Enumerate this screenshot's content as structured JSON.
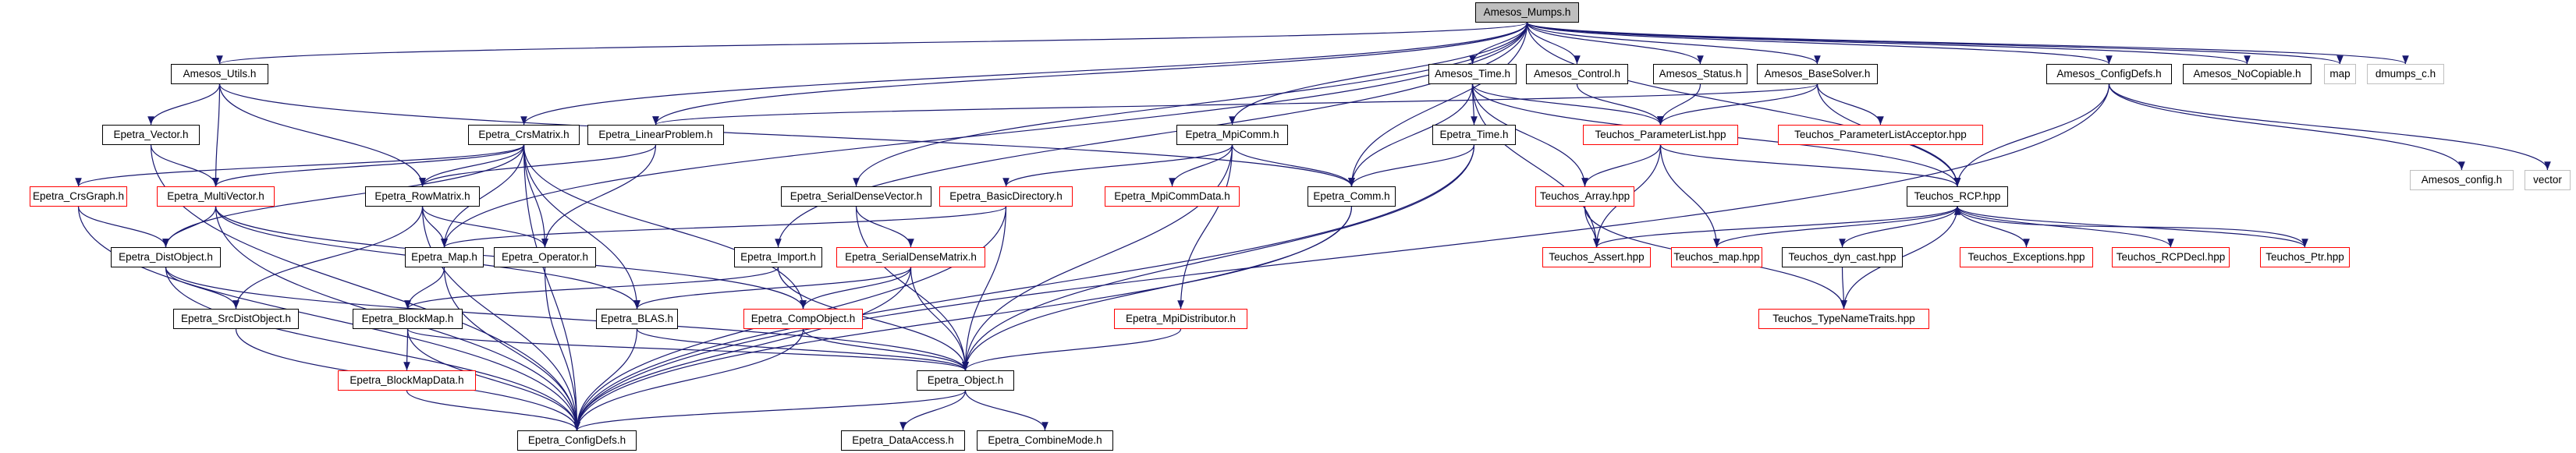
{
  "colors": {
    "edge": "#191970",
    "border": "#000000",
    "missing_border": "#ff0000",
    "external_border": "#bfbfbf",
    "root_fill": "#bfbfbf"
  },
  "nodes": {
    "root": "Amesos_Mumps.h",
    "amesos_utils": "Amesos_Utils.h",
    "amesos_time": "Amesos_Time.h",
    "amesos_control": "Amesos_Control.h",
    "amesos_status": "Amesos_Status.h",
    "amesos_basesolver": "Amesos_BaseSolver.h",
    "amesos_configdefs": "Amesos_ConfigDefs.h",
    "amesos_noncopiable": "Amesos_NoCopiable.h",
    "map_std": "map",
    "dmumps_c": "dmumps_c.h",
    "epetra_vector": "Epetra_Vector.h",
    "epetra_crsmatrix": "Epetra_CrsMatrix.h",
    "epetra_linearproblem": "Epetra_LinearProblem.h",
    "epetra_mpicomm": "Epetra_MpiComm.h",
    "epetra_time": "Epetra_Time.h",
    "teuchos_parameterlist": "Teuchos_ParameterList.hpp",
    "teuchos_paramlistacceptor": "Teuchos_ParameterListAcceptor.hpp",
    "amesos_config": "Amesos_config.h",
    "vector_std": "vector",
    "epetra_crsgraph": "Epetra_CrsGraph.h",
    "epetra_multivector": "Epetra_MultiVector.h",
    "epetra_rowmatrix": "Epetra_RowMatrix.h",
    "epetra_serialdensevector": "Epetra_SerialDenseVector.h",
    "epetra_basicdirectory": "Epetra_BasicDirectory.h",
    "epetra_mpicommdata": "Epetra_MpiCommData.h",
    "epetra_comm": "Epetra_Comm.h",
    "teuchos_array": "Teuchos_Array.hpp",
    "teuchos_rcp": "Teuchos_RCP.hpp",
    "epetra_distobject": "Epetra_DistObject.h",
    "epetra_map": "Epetra_Map.h",
    "epetra_operator": "Epetra_Operator.h",
    "epetra_import": "Epetra_Import.h",
    "epetra_serialdensematrix": "Epetra_SerialDenseMatrix.h",
    "teuchos_assert": "Teuchos_Assert.hpp",
    "teuchos_map": "Teuchos_map.hpp",
    "teuchos_dyn_cast": "Teuchos_dyn_cast.hpp",
    "teuchos_exceptions": "Teuchos_Exceptions.hpp",
    "teuchos_rcpdecl": "Teuchos_RCPDecl.hpp",
    "teuchos_ptr": "Teuchos_Ptr.hpp",
    "epetra_srcdistobject": "Epetra_SrcDistObject.h",
    "epetra_blockmap": "Epetra_BlockMap.h",
    "epetra_blas": "Epetra_BLAS.h",
    "epetra_compobject": "Epetra_CompObject.h",
    "epetra_mpidistributor": "Epetra_MpiDistributor.h",
    "teuchos_typenametraits": "Teuchos_TypeNameTraits.hpp",
    "epetra_blockmapdata": "Epetra_BlockMapData.h",
    "epetra_object": "Epetra_Object.h",
    "epetra_configdefs": "Epetra_ConfigDefs.h",
    "epetra_dataaccess": "Epetra_DataAccess.h",
    "epetra_combinemode": "Epetra_CombineMode.h"
  },
  "edges": [
    [
      "root",
      "amesos_utils"
    ],
    [
      "root",
      "epetra_crsmatrix"
    ],
    [
      "root",
      "epetra_linearproblem"
    ],
    [
      "root",
      "epetra_mpicomm"
    ],
    [
      "root",
      "epetra_serialdensevector"
    ],
    [
      "root",
      "epetra_import"
    ],
    [
      "root",
      "epetra_map"
    ],
    [
      "root",
      "epetra_comm"
    ],
    [
      "root",
      "amesos_time"
    ],
    [
      "root",
      "amesos_control"
    ],
    [
      "root",
      "amesos_status"
    ],
    [
      "root",
      "amesos_basesolver"
    ],
    [
      "root",
      "amesos_configdefs"
    ],
    [
      "root",
      "amesos_noncopiable"
    ],
    [
      "root",
      "map_std"
    ],
    [
      "root",
      "dmumps_c"
    ],
    [
      "root",
      "teuchos_rcp"
    ],
    [
      "amesos_utils",
      "epetra_vector"
    ],
    [
      "amesos_utils",
      "epetra_multivector"
    ],
    [
      "amesos_utils",
      "epetra_rowmatrix"
    ],
    [
      "amesos_utils",
      "epetra_comm"
    ],
    [
      "epetra_vector",
      "epetra_multivector"
    ],
    [
      "epetra_vector",
      "epetra_configdefs"
    ],
    [
      "epetra_crsmatrix",
      "epetra_crsgraph"
    ],
    [
      "epetra_crsmatrix",
      "epetra_multivector"
    ],
    [
      "epetra_crsmatrix",
      "epetra_rowmatrix"
    ],
    [
      "epetra_crsmatrix",
      "epetra_distobject"
    ],
    [
      "epetra_crsmatrix",
      "epetra_map"
    ],
    [
      "epetra_crsmatrix",
      "epetra_operator"
    ],
    [
      "epetra_crsmatrix",
      "epetra_blas"
    ],
    [
      "epetra_crsmatrix",
      "epetra_compobject"
    ],
    [
      "epetra_crsmatrix",
      "epetra_configdefs"
    ],
    [
      "epetra_linearproblem",
      "epetra_rowmatrix"
    ],
    [
      "epetra_linearproblem",
      "epetra_operator"
    ],
    [
      "epetra_crsgraph",
      "epetra_distobject"
    ],
    [
      "epetra_crsgraph",
      "epetra_configdefs"
    ],
    [
      "epetra_multivector",
      "epetra_distobject"
    ],
    [
      "epetra_multivector",
      "epetra_compobject"
    ],
    [
      "epetra_multivector",
      "epetra_blas"
    ],
    [
      "epetra_multivector",
      "epetra_configdefs"
    ],
    [
      "epetra_rowmatrix",
      "epetra_map"
    ],
    [
      "epetra_rowmatrix",
      "epetra_operator"
    ],
    [
      "epetra_rowmatrix",
      "epetra_srcdistobject"
    ],
    [
      "epetra_rowmatrix",
      "epetra_configdefs"
    ],
    [
      "epetra_distobject",
      "epetra_srcdistobject"
    ],
    [
      "epetra_distobject",
      "epetra_object"
    ],
    [
      "epetra_distobject",
      "epetra_configdefs"
    ],
    [
      "epetra_srcdistobject",
      "epetra_configdefs"
    ],
    [
      "epetra_map",
      "epetra_blockmap"
    ],
    [
      "epetra_map",
      "epetra_configdefs"
    ],
    [
      "epetra_operator",
      "epetra_configdefs"
    ],
    [
      "epetra_blockmap",
      "epetra_blockmapdata"
    ],
    [
      "epetra_blockmap",
      "epetra_object"
    ],
    [
      "epetra_blockmap",
      "epetra_configdefs"
    ],
    [
      "epetra_blockmapdata",
      "epetra_configdefs"
    ],
    [
      "epetra_blas",
      "epetra_object"
    ],
    [
      "epetra_blas",
      "epetra_configdefs"
    ],
    [
      "epetra_compobject",
      "epetra_object"
    ],
    [
      "epetra_compobject",
      "epetra_configdefs"
    ],
    [
      "epetra_import",
      "epetra_blockmap"
    ],
    [
      "epetra_import",
      "epetra_object"
    ],
    [
      "epetra_serialdensevector",
      "epetra_serialdensematrix"
    ],
    [
      "epetra_serialdensevector",
      "epetra_object"
    ],
    [
      "epetra_serialdensematrix",
      "epetra_compobject"
    ],
    [
      "epetra_serialdensematrix",
      "epetra_blas"
    ],
    [
      "epetra_serialdensematrix",
      "epetra_object"
    ],
    [
      "epetra_serialdensematrix",
      "epetra_configdefs"
    ],
    [
      "epetra_basicdirectory",
      "epetra_map"
    ],
    [
      "epetra_basicdirectory",
      "epetra_object"
    ],
    [
      "epetra_basicdirectory",
      "epetra_configdefs"
    ],
    [
      "epetra_mpicomm",
      "epetra_basicdirectory"
    ],
    [
      "epetra_mpicomm",
      "epetra_mpicommdata"
    ],
    [
      "epetra_mpicomm",
      "epetra_mpidistributor"
    ],
    [
      "epetra_mpicomm",
      "epetra_comm"
    ],
    [
      "epetra_mpicomm",
      "epetra_object"
    ],
    [
      "epetra_mpidistributor",
      "epetra_object"
    ],
    [
      "epetra_comm",
      "epetra_object"
    ],
    [
      "epetra_comm",
      "epetra_configdefs"
    ],
    [
      "epetra_object",
      "epetra_configdefs"
    ],
    [
      "epetra_object",
      "epetra_dataaccess"
    ],
    [
      "epetra_object",
      "epetra_combinemode"
    ],
    [
      "amesos_time",
      "epetra_time"
    ],
    [
      "amesos_time",
      "teuchos_parameterlist"
    ],
    [
      "amesos_time",
      "teuchos_array"
    ],
    [
      "amesos_time",
      "teuchos_assert"
    ],
    [
      "amesos_time",
      "teuchos_rcp"
    ],
    [
      "amesos_time",
      "epetra_comm"
    ],
    [
      "epetra_time",
      "epetra_comm"
    ],
    [
      "epetra_time",
      "epetra_object"
    ],
    [
      "epetra_time",
      "epetra_configdefs"
    ],
    [
      "amesos_control",
      "teuchos_parameterlist"
    ],
    [
      "amesos_status",
      "teuchos_parameterlist"
    ],
    [
      "amesos_basesolver",
      "teuchos_parameterlist"
    ],
    [
      "amesos_basesolver",
      "teuchos_paramlistacceptor"
    ],
    [
      "amesos_basesolver",
      "teuchos_rcp"
    ],
    [
      "amesos_basesolver",
      "epetra_linearproblem"
    ],
    [
      "teuchos_parameterlist",
      "teuchos_array"
    ],
    [
      "teuchos_parameterlist",
      "teuchos_assert"
    ],
    [
      "teuchos_parameterlist",
      "teuchos_map"
    ],
    [
      "teuchos_parameterlist",
      "teuchos_rcp"
    ],
    [
      "teuchos_array",
      "teuchos_assert"
    ],
    [
      "teuchos_array",
      "teuchos_typenametraits"
    ],
    [
      "amesos_configdefs",
      "amesos_config"
    ],
    [
      "amesos_configdefs",
      "vector_std"
    ],
    [
      "amesos_configdefs",
      "epetra_configdefs"
    ],
    [
      "amesos_configdefs",
      "teuchos_rcp"
    ],
    [
      "teuchos_rcp",
      "teuchos_assert"
    ],
    [
      "teuchos_rcp",
      "teuchos_map"
    ],
    [
      "teuchos_rcp",
      "teuchos_dyn_cast"
    ],
    [
      "teuchos_rcp",
      "teuchos_exceptions"
    ],
    [
      "teuchos_rcp",
      "teuchos_rcpdecl"
    ],
    [
      "teuchos_rcp",
      "teuchos_ptr"
    ],
    [
      "teuchos_rcp",
      "teuchos_typenametraits"
    ],
    [
      "teuchos_ptr",
      "teuchos_rcp"
    ],
    [
      "teuchos_dyn_cast",
      "teuchos_typenametraits"
    ]
  ]
}
